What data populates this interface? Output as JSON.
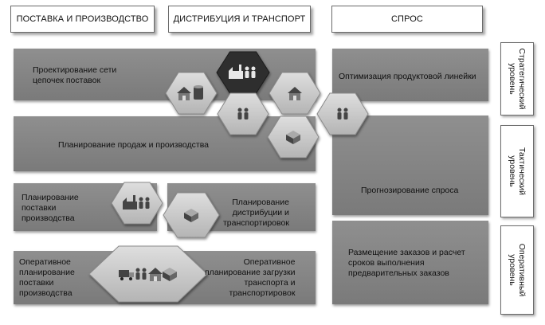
{
  "headers": {
    "supply": "ПОСТАВКА И ПРОИЗВОДСТВО",
    "distribution": "ДИСТРИБУЦИЯ И ТРАНСПОРТ",
    "demand": "СПРОС"
  },
  "levels": {
    "strategic": "Стратегический\nуровень",
    "tactical": "Тактический\nуровень",
    "operational": "Оперативный\nуровень"
  },
  "modules": {
    "network_design": "Проектирование сети\nцепочек поставок",
    "sales_production_planning": "Планирование продаж и производства",
    "product_line_optimization": "Оптимизация продуктовой линейки",
    "demand_forecasting": "Прогнозирование спроса",
    "supply_production_planning": "Планирование\nпоставки\nпроизводства",
    "distribution_transport_planning": "Планирование\nдистрибуции и\nтранспортировок",
    "operational_supply_production": "Оперативное\nпланирование\nпоставки\nпроизводства",
    "operational_transport_loading": "Оперативное\nпланирование загрузки\nтранспорта и\nтранспортировок",
    "order_placement": "Размещение заказов и расчет\nсроков выполнения\nпредварительных заказов"
  },
  "icons": [
    "warehouse-icon",
    "oil-drum-icon",
    "factory-icon",
    "truck-icon",
    "workers-icon",
    "container-icon",
    "people-icon"
  ],
  "colors": {
    "band": "#858585",
    "hex_light": "#cfcfcf",
    "hex_dark": "#2f2f2f"
  }
}
